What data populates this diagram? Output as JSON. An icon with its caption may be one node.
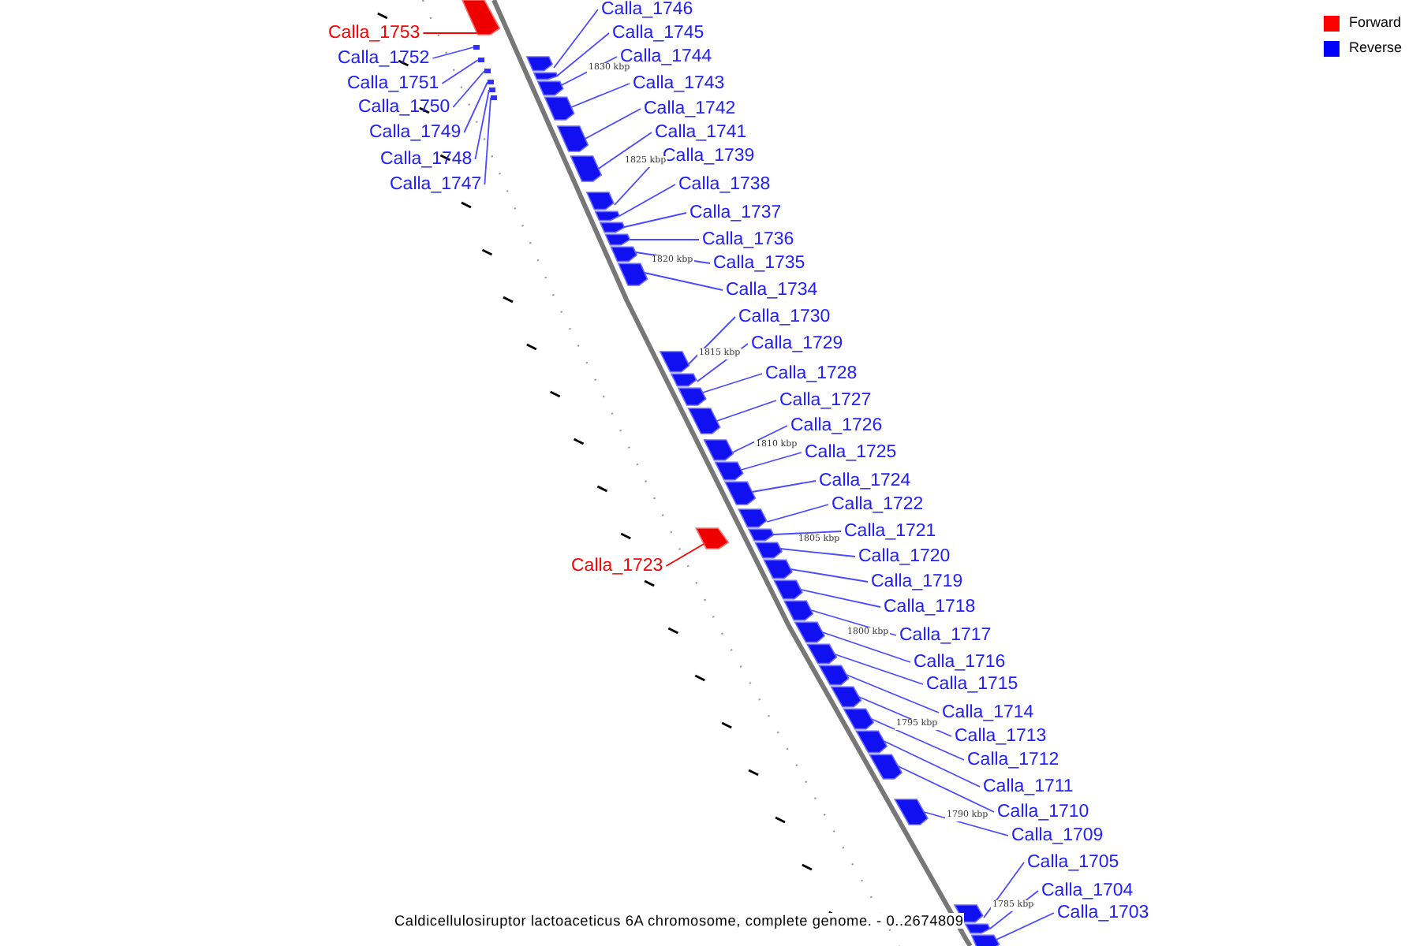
{
  "diagram": {
    "caption": "Caldicellulosiruptor lactoaceticus 6A chromosome, complete genome. - 0..2674809",
    "nodes": [
      {
        "text": [
          "Calla_1746"
        ]
      },
      {
        "text": [
          "Calla_1753"
        ]
      },
      {
        "text": [
          "Calla_1745"
        ]
      },
      {
        "text": [
          "Calla_1744"
        ]
      },
      {
        "text": [
          "Calla_1752"
        ]
      },
      {
        "text": [
          "Calla_1751"
        ]
      },
      {
        "text": [
          "Calla_1743"
        ]
      },
      {
        "text": [
          "Calla_1750"
        ]
      },
      {
        "text": [
          "Calla_1742"
        ]
      },
      {
        "text": [
          "Calla_1749"
        ]
      },
      {
        "text": [
          "Calla_1741"
        ]
      },
      {
        "text": [
          "Calla_1739"
        ]
      },
      {
        "text": [
          "Calla_1748"
        ]
      },
      {
        "text": [
          "Calla_1738"
        ]
      },
      {
        "text": [
          "Calla_1747"
        ]
      },
      {
        "text": [
          "Calla_1737"
        ]
      },
      {
        "text": [
          "Calla_1736"
        ]
      },
      {
        "text": [
          "Calla_1735"
        ]
      },
      {
        "text": [
          "Calla_1734"
        ]
      },
      {
        "text": [
          "Calla_1730"
        ]
      },
      {
        "text": [
          "Calla_1729"
        ]
      },
      {
        "text": [
          "Calla_1728"
        ]
      },
      {
        "text": [
          "Calla_1727"
        ]
      },
      {
        "text": [
          "Calla_1726"
        ]
      },
      {
        "text": [
          "Calla_1725"
        ]
      },
      {
        "text": [
          "Calla_1724"
        ]
      },
      {
        "text": [
          "Calla_1722"
        ]
      },
      {
        "text": [
          "Calla_1721"
        ]
      },
      {
        "text": [
          "Calla_1720"
        ]
      },
      {
        "text": [
          "Calla_1723"
        ]
      },
      {
        "text": [
          "Calla_1719"
        ]
      },
      {
        "text": [
          "Calla_1718"
        ]
      },
      {
        "text": [
          "Calla_1717"
        ]
      },
      {
        "text": [
          "Calla_1716"
        ]
      },
      {
        "text": [
          "Calla_1715"
        ]
      },
      {
        "text": [
          "Calla_1714"
        ]
      },
      {
        "text": [
          "Calla_1713"
        ]
      },
      {
        "text": [
          "Calla_1712"
        ]
      },
      {
        "text": [
          "Calla_1711"
        ]
      },
      {
        "text": [
          "Calla_1710"
        ]
      },
      {
        "text": [
          "Calla_1709"
        ]
      },
      {
        "text": [
          "Calla_1705"
        ]
      },
      {
        "text": [
          "Calla_1704"
        ]
      },
      {
        "text": [
          "Calla_1703"
        ]
      },
      {
        "text": [],
        "shape": "box"
      },
      {
        "text": [],
        "shape": "box"
      },
      {
        "text": [],
        "shape": "box"
      },
      {
        "text": [],
        "shape": "box"
      },
      {
        "text": [],
        "shape": "box"
      },
      {
        "text": [],
        "shape": "box"
      },
      {
        "text": [],
        "shape": "box"
      },
      {
        "text": [],
        "shape": "box"
      },
      {
        "text": [],
        "shape": "box"
      },
      {
        "text": [],
        "shape": "box"
      },
      {
        "text": [],
        "shape": "box"
      },
      {
        "text": [],
        "shape": "box"
      },
      {
        "text": [],
        "shape": "box"
      },
      {
        "text": [],
        "shape": "box"
      },
      {
        "text": [],
        "shape": "box"
      },
      {
        "text": [],
        "shape": "box"
      },
      {
        "text": [],
        "shape": "box"
      },
      {
        "text": [],
        "shape": "box"
      },
      {
        "text": [],
        "shape": "box"
      },
      {
        "text": [],
        "shape": "box"
      },
      {
        "text": [],
        "shape": "box"
      },
      {
        "text": [],
        "shape": "box"
      },
      {
        "text": [],
        "shape": "box"
      },
      {
        "text": [],
        "shape": "box"
      },
      {
        "text": [],
        "shape": "box"
      },
      {
        "text": [],
        "shape": "box"
      },
      {
        "text": [],
        "shape": "box"
      },
      {
        "text": [],
        "shape": "box"
      },
      {
        "text": [],
        "shape": "box"
      },
      {
        "text": [],
        "shape": "box"
      },
      {
        "text": [],
        "shape": "box"
      },
      {
        "text": [],
        "shape": "box"
      },
      {
        "text": [],
        "shape": "box"
      },
      {
        "text": [],
        "shape": "box"
      },
      {
        "text": [],
        "shape": "box"
      },
      {
        "text": [],
        "shape": "box"
      },
      {
        "text": [],
        "shape": "box"
      },
      {
        "text": [],
        "shape": "box"
      },
      {
        "text": [],
        "shape": "box"
      },
      {
        "text": [],
        "shape": "box"
      },
      {
        "text": [],
        "shape": "box"
      },
      {
        "text": [],
        "shape": "box"
      },
      {
        "text": [],
        "shape": "box"
      },
      {
        "text": [],
        "shape": "box"
      }
    ],
    "edges": [
      {
        "from": 0,
        "to": 44,
        "arrow": "none"
      },
      {
        "from": 1,
        "to": 45,
        "arrow": "none",
        "color": "#ff0000"
      },
      {
        "from": 2,
        "to": 46,
        "arrow": "none"
      },
      {
        "from": 3,
        "to": 47,
        "arrow": "none"
      },
      {
        "from": 4,
        "to": 48,
        "arrow": "none"
      },
      {
        "from": 5,
        "to": 49,
        "arrow": "none"
      },
      {
        "from": 6,
        "to": 50,
        "arrow": "none"
      },
      {
        "from": 7,
        "to": 51,
        "arrow": "none"
      },
      {
        "from": 8,
        "to": 52,
        "arrow": "none"
      },
      {
        "from": 9,
        "to": 53,
        "arrow": "none"
      },
      {
        "from": 10,
        "to": 54,
        "arrow": "none"
      },
      {
        "from": 11,
        "to": 55,
        "arrow": "none"
      },
      {
        "from": 12,
        "to": 56,
        "arrow": "none"
      },
      {
        "from": 13,
        "to": 57,
        "arrow": "none"
      },
      {
        "from": 14,
        "to": 58,
        "arrow": "none"
      },
      {
        "from": 15,
        "to": 59,
        "arrow": "none"
      },
      {
        "from": 16,
        "to": 60,
        "arrow": "none"
      },
      {
        "from": 17,
        "to": 61,
        "arrow": "none"
      },
      {
        "from": 18,
        "to": 62,
        "arrow": "none"
      },
      {
        "from": 19,
        "to": 63,
        "arrow": "none"
      },
      {
        "from": 20,
        "to": 64,
        "arrow": "none"
      },
      {
        "from": 21,
        "to": 65,
        "arrow": "none"
      },
      {
        "from": 22,
        "to": 66,
        "arrow": "none"
      },
      {
        "from": 23,
        "to": 67,
        "arrow": "none"
      },
      {
        "from": 24,
        "to": 68,
        "arrow": "none"
      },
      {
        "from": 25,
        "to": 69,
        "arrow": "none"
      },
      {
        "from": 26,
        "to": 70,
        "arrow": "none"
      },
      {
        "from": 27,
        "to": 71,
        "arrow": "none"
      },
      {
        "from": 28,
        "to": 72,
        "arrow": "none"
      },
      {
        "from": 29,
        "to": 73,
        "arrow": "none",
        "color": "#ff0000"
      },
      {
        "from": 30,
        "to": 74,
        "arrow": "none"
      },
      {
        "from": 31,
        "to": 75,
        "arrow": "none"
      },
      {
        "from": 32,
        "to": 76,
        "arrow": "none"
      },
      {
        "from": 33,
        "to": 77,
        "arrow": "none"
      },
      {
        "from": 34,
        "to": 78,
        "arrow": "none"
      },
      {
        "from": 35,
        "to": 79,
        "arrow": "none"
      },
      {
        "from": 36,
        "to": 80,
        "arrow": "none"
      },
      {
        "from": 37,
        "to": 81,
        "arrow": "none"
      },
      {
        "from": 38,
        "to": 82,
        "arrow": "none"
      },
      {
        "from": 39,
        "to": 83,
        "arrow": "none"
      },
      {
        "from": 40,
        "to": 84,
        "arrow": "none"
      },
      {
        "from": 41,
        "to": 85,
        "arrow": "none"
      },
      {
        "from": 42,
        "to": 86,
        "arrow": "none"
      },
      {
        "from": 43,
        "to": 87,
        "arrow": "none"
      }
    ],
    "labels": [
      "1830 kbp",
      "1825 kbp",
      "1820 kbp",
      "1815 kbp",
      "1810 kbp",
      "1805 kbp",
      "1800 kbp",
      "1795 kbp",
      "1790 kbp",
      "1785 kbp"
    ],
    "legend": [
      {
        "text": "Forward",
        "color": "#ff0000"
      },
      {
        "text": "Reverse",
        "color": "#0000ff"
      }
    ]
  }
}
